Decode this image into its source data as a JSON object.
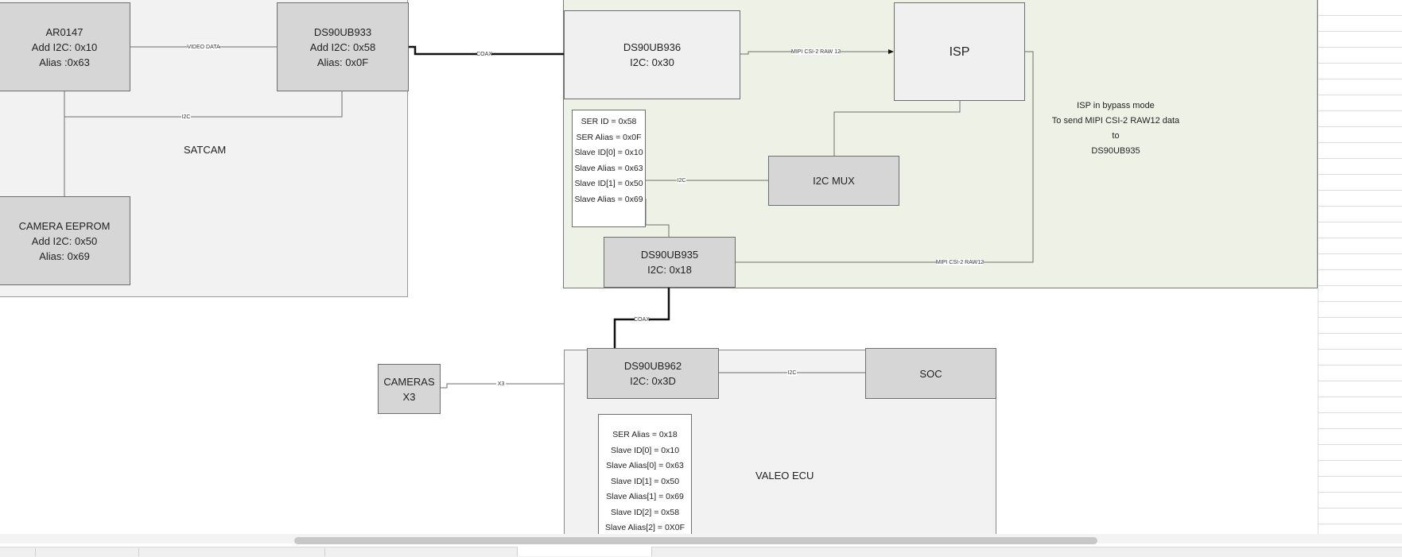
{
  "diagram": {
    "groups": {
      "satcam": "SATCAM",
      "valeo_ecu": "VALEO ECU"
    },
    "blocks": {
      "ar0147": [
        "AR0147",
        "Add I2C: 0x10",
        "Alias :0x63"
      ],
      "ds90ub933": [
        "DS90UB933",
        "Add I2C: 0x58",
        "Alias: 0x0F"
      ],
      "camera_eeprom": [
        "CAMERA EEPROM",
        "Add I2C: 0x50",
        "Alias: 0x69"
      ],
      "ds90ub936": [
        "DS90UB936",
        "I2C: 0x30"
      ],
      "isp": [
        "ISP"
      ],
      "i2c_mux": [
        "I2C MUX"
      ],
      "ds90ub935": [
        "DS90UB935",
        "I2C: 0x18"
      ],
      "cameras": [
        "CAMERAS",
        "X3"
      ],
      "ds90ub962": [
        "DS90UB962",
        "I2C: 0x3D"
      ],
      "soc": [
        "SOC"
      ]
    },
    "notes": {
      "deser_936": [
        "SER ID = 0x58",
        "SER Alias = 0x0F",
        "Slave ID[0] = 0x10",
        "Slave Alias = 0x63",
        "Slave ID[1] = 0x50",
        "Slave Alias = 0x69"
      ],
      "deser_962": [
        "SER Alias = 0x18",
        "Slave ID[0] = 0x10",
        "Slave Alias[0] = 0x63",
        "Slave ID[1] = 0x50",
        "Slave Alias[1] = 0x69",
        "Slave ID[2] = 0x58",
        "Slave Alias[2] = 0X0F"
      ],
      "isp_mode": [
        "ISP in bypass mode",
        "To send MIPI CSI-2 RAW12 data to",
        "DS90UB935"
      ]
    },
    "connection_labels": {
      "video_data": "VIDEO DATA",
      "coax_top": "COAX",
      "coax_mid": "COAX",
      "i2c_satcam": "I2C",
      "mipi_raw12_top": "MIPI CSI-2 RAW 12",
      "i2c_mux_link": "I2C",
      "mipi_raw12_bottom": "MIPI CSI-2 RAW12",
      "x3": "X3",
      "i2c_soc": "I2C"
    },
    "colors": {
      "block_fill": "#d6d6d6",
      "satcam_fill": "#f2f2f2",
      "isp_region_fill": "#eef2e6",
      "ecu_fill": "#f2f2f2",
      "line": "#6e6e6e"
    }
  }
}
